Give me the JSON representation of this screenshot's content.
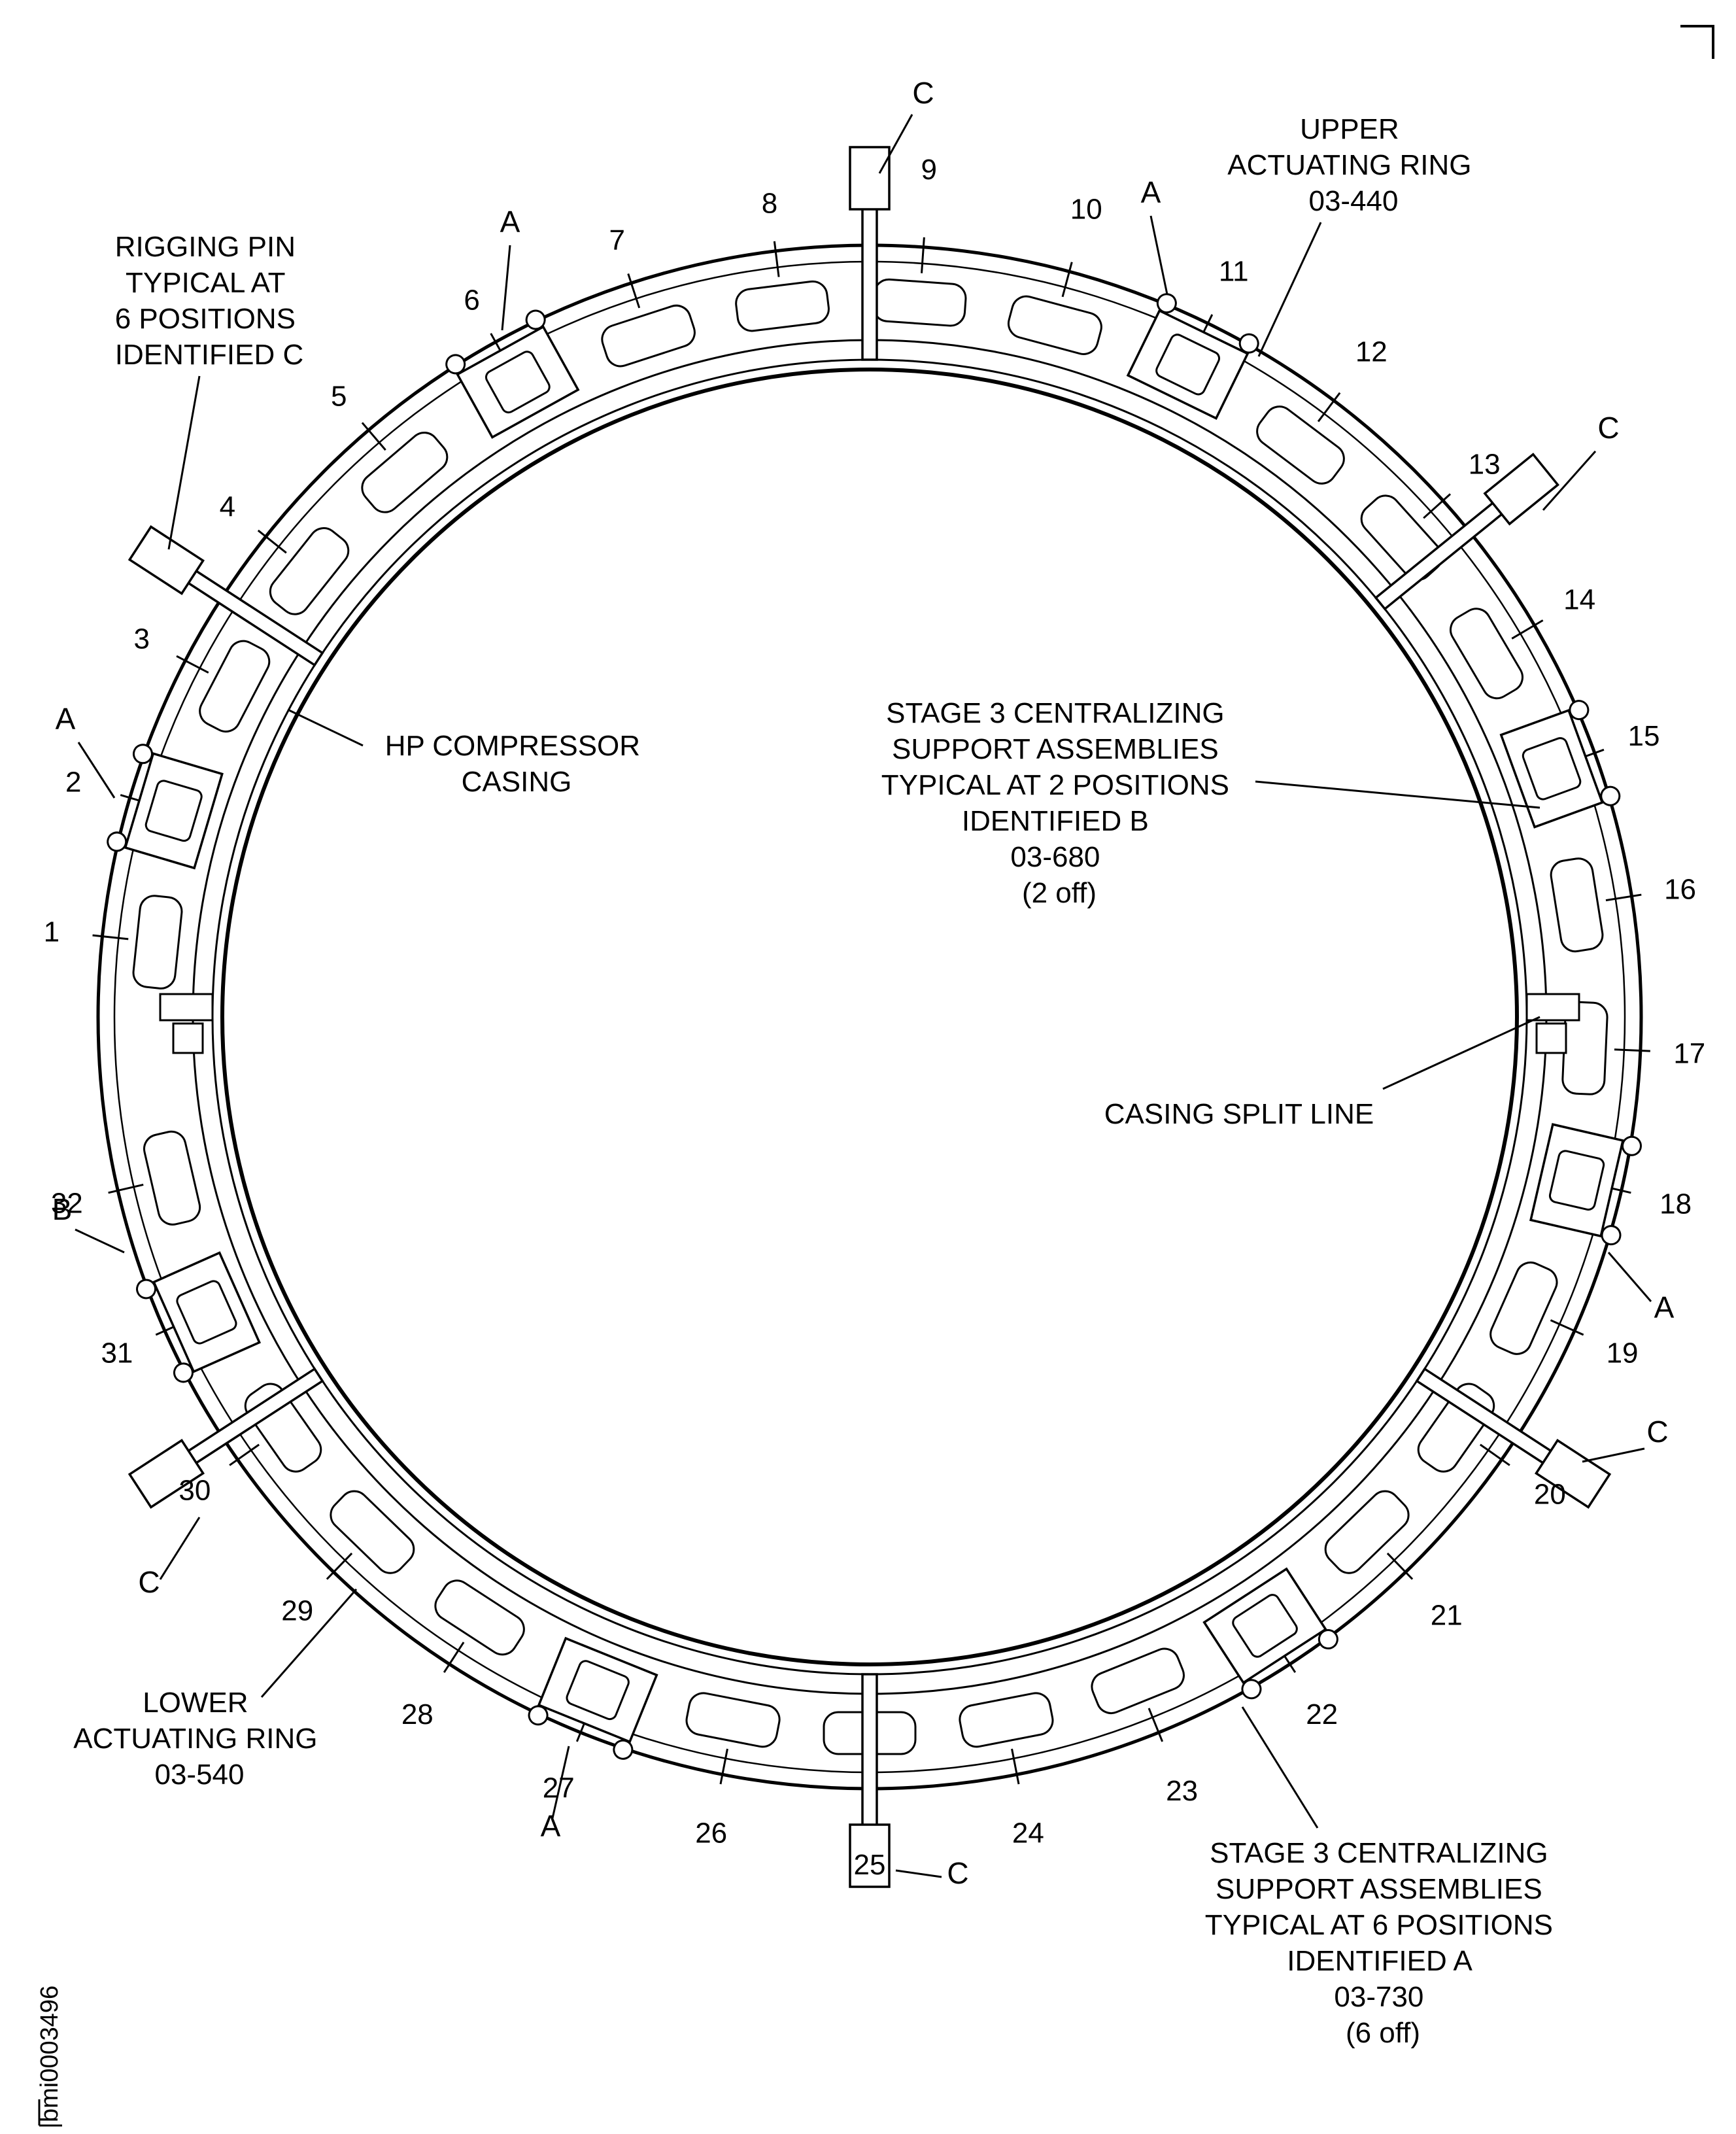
{
  "labels": {
    "upper_ring": [
      "UPPER",
      "ACTUATING RING",
      "03-440"
    ],
    "rigging_pin": [
      "RIGGING PIN",
      "TYPICAL AT",
      "6 POSITIONS",
      "IDENTIFIED C"
    ],
    "hp_casing": [
      "HP COMPRESSOR",
      "CASING"
    ],
    "stage3_b": [
      "STAGE 3 CENTRALIZING",
      "SUPPORT ASSEMBLIES",
      "TYPICAL AT 2 POSITIONS",
      "IDENTIFIED B",
      "03-680",
      "(2 off)"
    ],
    "split_line": "CASING SPLIT LINE",
    "lower_ring": [
      "LOWER",
      "ACTUATING RING",
      "03-540"
    ],
    "stage3_a": [
      "STAGE 3 CENTRALIZING",
      "SUPPORT ASSEMBLIES",
      "TYPICAL AT 6 POSITIONS",
      "IDENTIFIED A",
      "03-730",
      "(6 off)"
    ],
    "figure_id": "bmi0003496"
  },
  "position_numbers": [
    "1",
    "2",
    "3",
    "4",
    "5",
    "6",
    "7",
    "8",
    "9",
    "10",
    "11",
    "12",
    "13",
    "14",
    "15",
    "16",
    "17",
    "18",
    "19",
    "20",
    "21",
    "22",
    "23",
    "24",
    "25",
    "26",
    "27",
    "28",
    "29",
    "30",
    "31",
    "32"
  ],
  "identifiers": {
    "A": "A",
    "B": "B",
    "C": "C"
  }
}
